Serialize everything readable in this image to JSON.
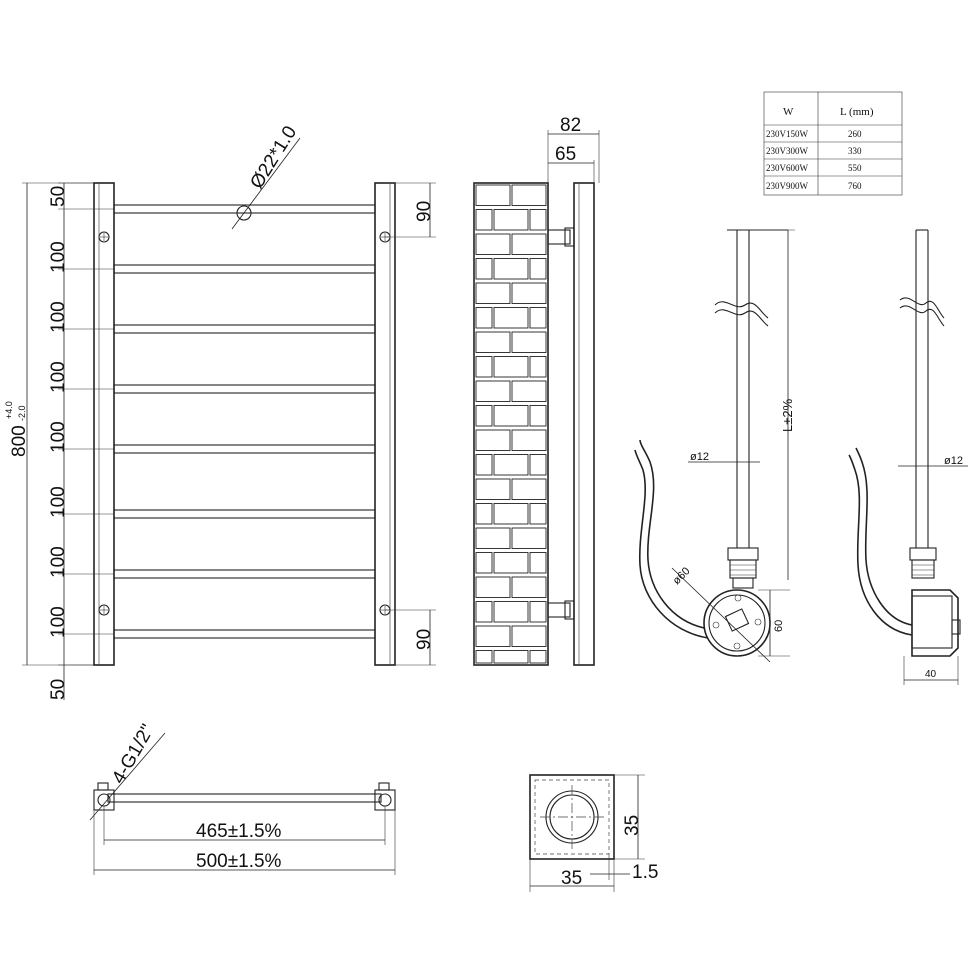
{
  "front_view": {
    "pipe_dia": "Ø22*1.0",
    "height": "800",
    "height_tol_upper": "+4.0",
    "height_tol_lower": "-2.0",
    "left_dims": [
      "50",
      "100",
      "100",
      "100",
      "100",
      "100",
      "100",
      "100",
      "50"
    ],
    "right_dims": [
      "90",
      "90"
    ]
  },
  "side_view": {
    "depth_total": "82",
    "depth_inner": "65"
  },
  "bottom_view": {
    "thread": "4-G1/2\"",
    "center_width": "465±1.5%",
    "total_width": "500±1.5%"
  },
  "section_view": {
    "height": "35",
    "width": "35",
    "wall": "1.5"
  },
  "heater_front": {
    "pipe_dia": "ø12",
    "length": "L±2%",
    "head_dia": "ø60",
    "head_height": "60"
  },
  "heater_side": {
    "pipe_dia": "ø12",
    "head_width": "40"
  },
  "power_table": {
    "headers": [
      "W",
      "L (mm)"
    ],
    "rows": [
      [
        "230V150W",
        "260"
      ],
      [
        "230V300W",
        "330"
      ],
      [
        "230V600W",
        "550"
      ],
      [
        "230V900W",
        "760"
      ]
    ]
  }
}
